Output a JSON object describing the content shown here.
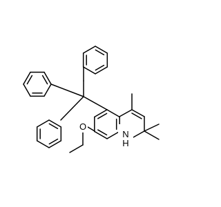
{
  "molecule": {
    "atom_labels": {
      "oxygen": "O",
      "amine": "N",
      "amine_h": "H"
    }
  }
}
